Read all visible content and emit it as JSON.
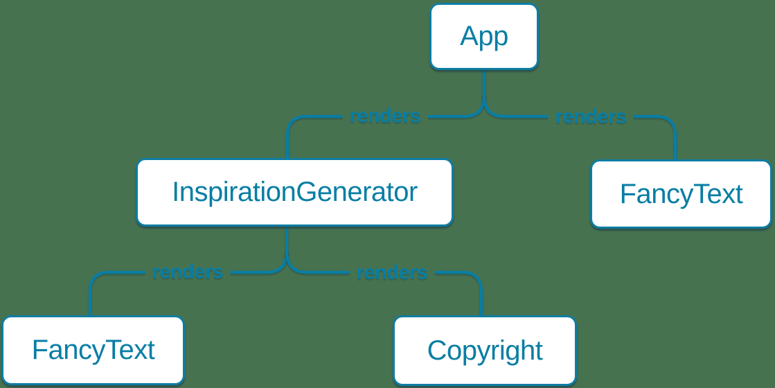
{
  "colors": {
    "background": "#477250",
    "accent": "#087EA4",
    "node_fill": "#FFFFFF",
    "node_border": "#0E7DA3"
  },
  "nodes": [
    {
      "id": "app",
      "label": "App"
    },
    {
      "id": "inspiration-generator",
      "label": "InspirationGenerator"
    },
    {
      "id": "fancy-text-top",
      "label": "FancyText"
    },
    {
      "id": "fancy-text-bottom",
      "label": "FancyText"
    },
    {
      "id": "copyright",
      "label": "Copyright"
    }
  ],
  "edges": [
    {
      "from": "App",
      "to": "InspirationGenerator",
      "label": "renders"
    },
    {
      "from": "App",
      "to": "FancyText",
      "label": "renders"
    },
    {
      "from": "InspirationGenerator",
      "to": "FancyText",
      "label": "renders"
    },
    {
      "from": "InspirationGenerator",
      "to": "Copyright",
      "label": "renders"
    }
  ]
}
